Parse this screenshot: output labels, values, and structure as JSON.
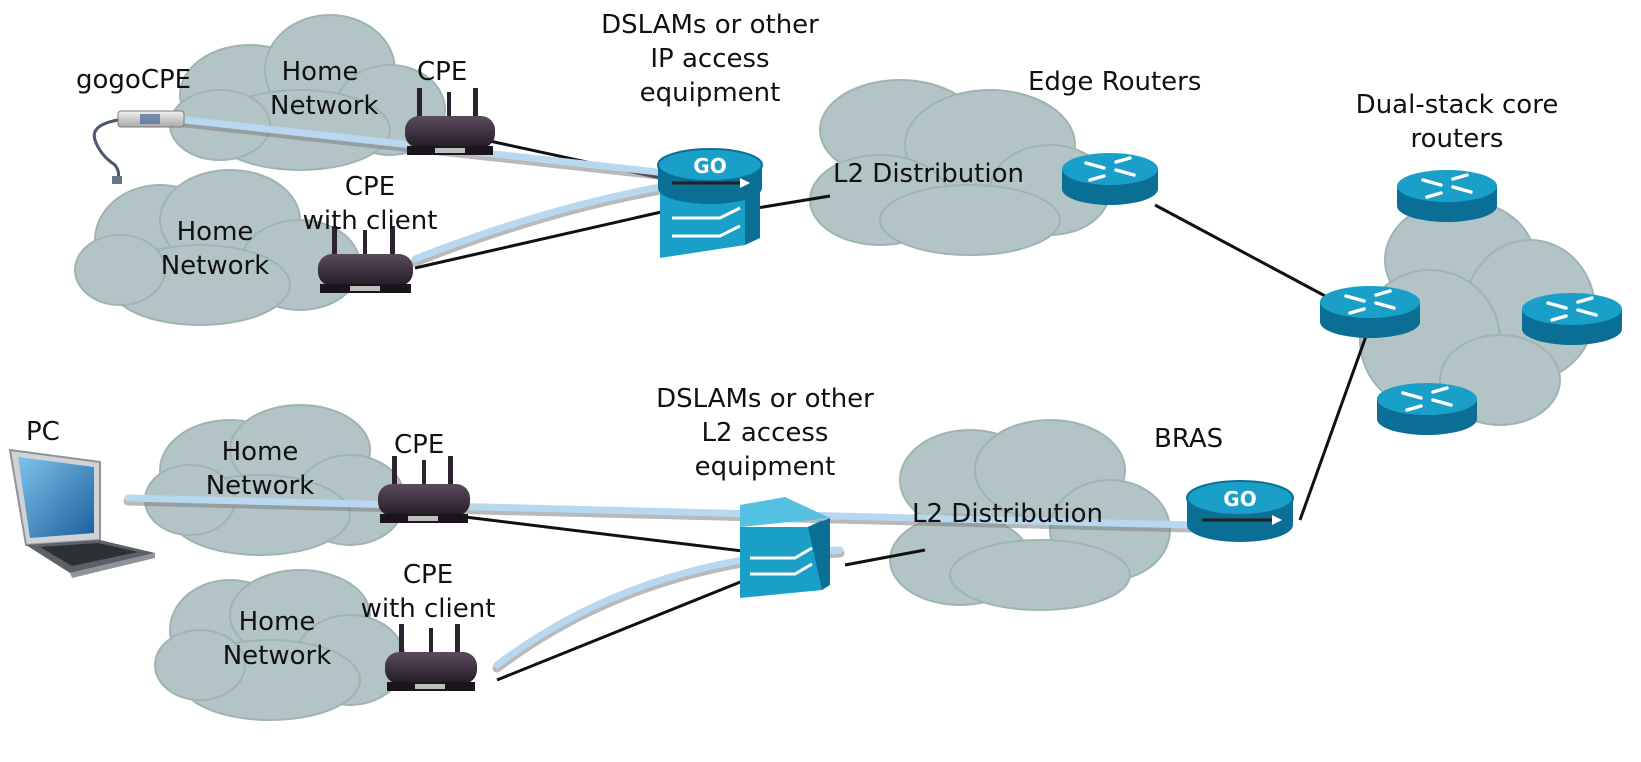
{
  "labels": {
    "gogocpe": "gogoCPE",
    "cpe_top": "CPE",
    "home_net_1": [
      "Home",
      "Network"
    ],
    "home_net_2": [
      "Home",
      "Network"
    ],
    "cpe_client_top": [
      "CPE",
      "with client"
    ],
    "dslam_ip": [
      "DSLAMs or other",
      "IP access",
      "equipment"
    ],
    "edge_routers": "Edge Routers",
    "l2_dist_top": "L2 Distribution",
    "core_routers": [
      "Dual-stack core",
      "routers"
    ],
    "pc": "PC",
    "home_net_3": [
      "Home",
      "Network"
    ],
    "cpe_bottom": "CPE",
    "home_net_4": [
      "Home",
      "Network"
    ],
    "cpe_client_bottom": [
      "CPE",
      "with client"
    ],
    "dslam_l2": [
      "DSLAMs or other",
      "L2 access",
      "equipment"
    ],
    "bras": "BRAS",
    "l2_dist_bottom": "L2 Distribution"
  },
  "icons": {
    "gateway_badge": "GO"
  },
  "colors": {
    "cloud": "#b2c4c5",
    "cloud_edge": "#9fb3b4",
    "tunnel": "#b8d8f0",
    "router_blue": "#1aa0c8",
    "router_dark": "#0b6f95",
    "cpe_body": "#3b2f3e",
    "link": "#111111"
  }
}
